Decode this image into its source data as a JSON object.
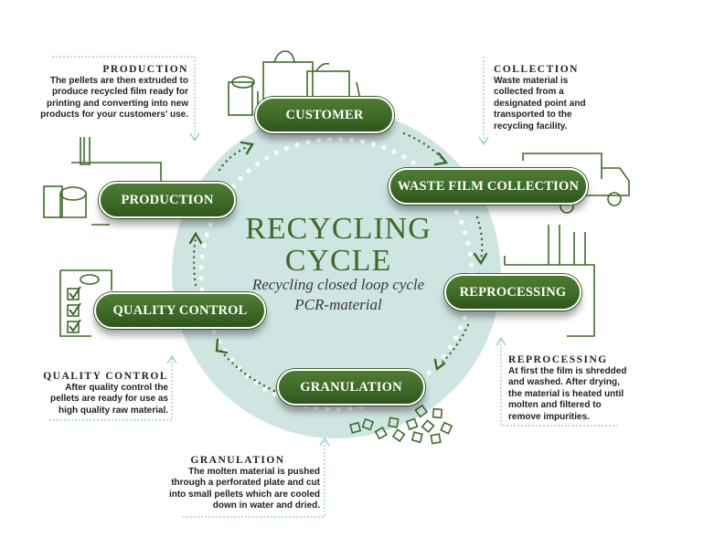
{
  "title": {
    "line1": "RECYCLING",
    "line2": "CYCLE",
    "subtitle1": "Recycling closed loop cycle",
    "subtitle2": "PCR-material"
  },
  "stages": {
    "customer": "CUSTOMER",
    "collection": "WASTE FILM COLLECTION",
    "reprocessing": "REPROCESSING",
    "granulation": "GRANULATION",
    "quality": "QUALITY CONTROL",
    "production": "PRODUCTION"
  },
  "notes": {
    "production": {
      "heading": "PRODUCTION",
      "lines": [
        "The pellets are then extruded to",
        "produce recycled film ready for",
        "printing and converting into new",
        "products for your customers' use."
      ]
    },
    "collection": {
      "heading": "COLLECTION",
      "lines": [
        "Waste material is",
        "collected from a",
        "designated point and",
        "transported to the",
        "recycling facility."
      ]
    },
    "reprocessing": {
      "heading": "REPROCESSING",
      "lines": [
        "At first the film is shredded",
        "and washed. After drying,",
        "the material is heated until",
        "molten and filtered to",
        "remove impurities."
      ]
    },
    "quality": {
      "heading": "QUALITY CONTROL",
      "lines": [
        "After quality control the",
        "pellets are ready for use as",
        "high quality raw material."
      ]
    },
    "granulation": {
      "heading": "GRANULATION",
      "lines": [
        "The molten material is pushed",
        "through a perforated plate and cut",
        "into small pellets which are cooled",
        "down in water and dried."
      ]
    }
  },
  "colors": {
    "pill_green": "#3d6a27",
    "circle_fill": "#cfe5e2",
    "accent_cyan": "#8fc9c5",
    "line_art": "#3d6a27"
  }
}
